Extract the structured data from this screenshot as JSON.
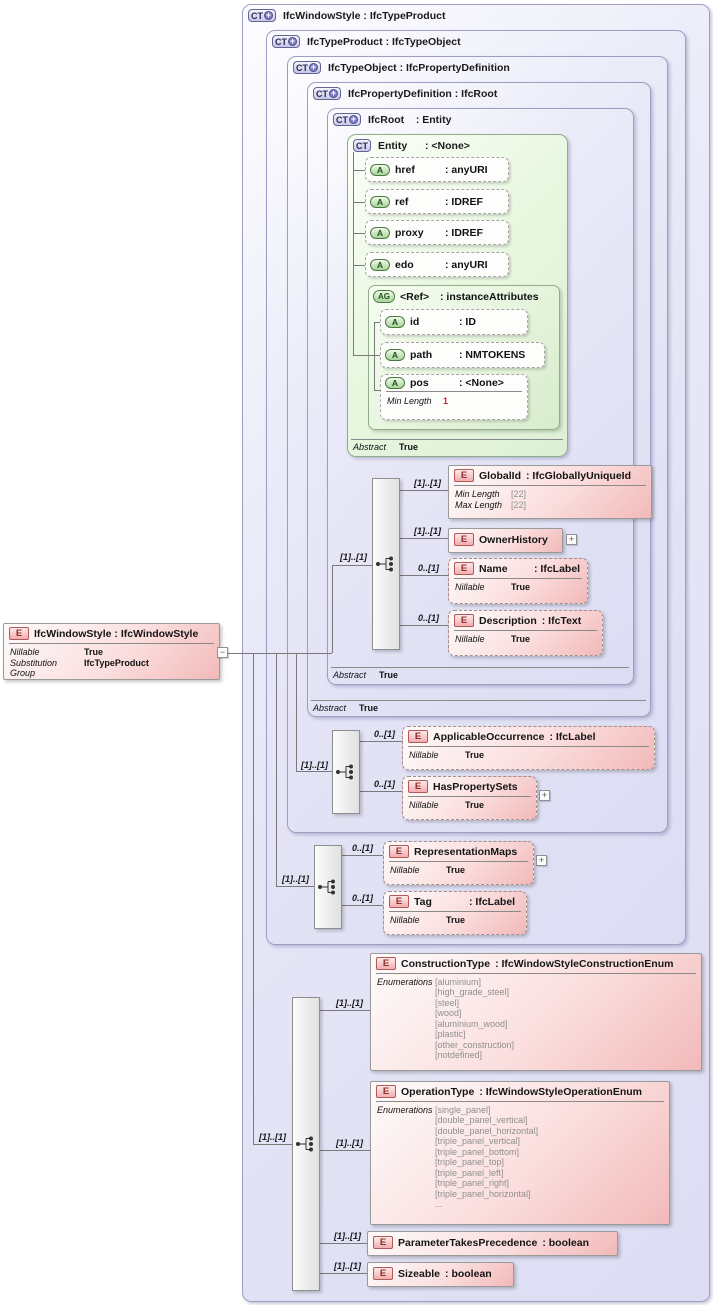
{
  "glyphs": {
    "plus": "+",
    "collapse": "−"
  },
  "colors": {
    "container_border": "#9e9ec4",
    "container_fill": "#dcdcf3",
    "entity_green_fill": "#e3f4dc",
    "element_pink_fill": "#f2b9b9",
    "badge_ct_fill": "#c6c6e8",
    "badge_a_fill": "#a8d399",
    "badge_e_fill": "#f3adad",
    "connector_gray": "#7a7a7a",
    "gray_value": "#8f8f8f",
    "red_value": "#cc2222"
  },
  "left_element": {
    "badge": "E",
    "title": "IfcWindowStyle : IfcWindowStyle",
    "props": [
      {
        "label": "Nillable",
        "value": "True"
      },
      {
        "label": "Substitution Group",
        "value": "IfcTypeProduct"
      }
    ]
  },
  "containers": {
    "windowstyle": {
      "badge": "CT",
      "title": "IfcWindowStyle : IfcTypeProduct"
    },
    "typeproduct": {
      "badge": "CT",
      "title": "IfcTypeProduct : IfcTypeObject"
    },
    "typeobject": {
      "badge": "CT",
      "title": "IfcTypeObject : IfcPropertyDefinition"
    },
    "propertydef": {
      "badge": "CT",
      "title": "IfcPropertyDefinition : IfcRoot",
      "footer_label": "Abstract",
      "footer_value": "True"
    },
    "root": {
      "badge": "CT",
      "title": "IfcRoot    : Entity",
      "footer_label": "Abstract",
      "footer_value": "True"
    },
    "entity": {
      "badge": "CT",
      "name": "Entity",
      "type": ": <None>",
      "footer_label": "Abstract",
      "footer_value": "True"
    }
  },
  "entity_attributes": [
    {
      "badge": "A",
      "name": "href",
      "type": ": anyURI"
    },
    {
      "badge": "A",
      "name": "ref",
      "type": ": IDREF"
    },
    {
      "badge": "A",
      "name": "proxy",
      "type": ": IDREF"
    },
    {
      "badge": "A",
      "name": "edo",
      "type": ": anyURI"
    }
  ],
  "ref_attribute_group": {
    "badge": "AG",
    "name": "<Ref>",
    "type": ": instanceAttributes",
    "attributes": [
      {
        "badge": "A",
        "name": "id",
        "type": ": ID"
      },
      {
        "badge": "A",
        "name": "path",
        "type": ": NMTOKENS"
      },
      {
        "badge": "A",
        "name": "pos",
        "type": ": <None>",
        "prop_label": "Min Length",
        "prop_value": "1"
      }
    ]
  },
  "root_sequence": {
    "cardinality": "[1]..[1]",
    "elements": {
      "globalid": {
        "badge": "E",
        "cardinality": "[1]..[1]",
        "name": "GlobalId",
        "type": ": IfcGloballyUniqueId",
        "props": [
          {
            "label": "Min Length",
            "value": "[22]"
          },
          {
            "label": "Max Length",
            "value": "[22]"
          }
        ]
      },
      "ownerhistory": {
        "badge": "E",
        "cardinality": "[1]..[1]",
        "name": "OwnerHistory",
        "expand": "+"
      },
      "name": {
        "badge": "E",
        "cardinality": "0..[1]",
        "name": "Name",
        "type": ": IfcLabel",
        "props": [
          {
            "label": "Nillable",
            "value": "True"
          }
        ]
      },
      "description": {
        "badge": "E",
        "cardinality": "0..[1]",
        "name": "Description",
        "type": ": IfcText",
        "props": [
          {
            "label": "Nillable",
            "value": "True"
          }
        ]
      }
    }
  },
  "typeobject_sequence": {
    "cardinality": "[1]..[1]",
    "elements": {
      "applicableoccurrence": {
        "badge": "E",
        "cardinality": "0..[1]",
        "name": "ApplicableOccurrence",
        "type": ": IfcLabel",
        "props": [
          {
            "label": "Nillable",
            "value": "True"
          }
        ]
      },
      "haspropertysets": {
        "badge": "E",
        "cardinality": "0..[1]",
        "name": "HasPropertySets",
        "expand": "+",
        "props": [
          {
            "label": "Nillable",
            "value": "True"
          }
        ]
      }
    }
  },
  "typeproduct_sequence": {
    "cardinality": "[1]..[1]",
    "elements": {
      "representationmaps": {
        "badge": "E",
        "cardinality": "0..[1]",
        "name": "RepresentationMaps",
        "expand": "+",
        "props": [
          {
            "label": "Nillable",
            "value": "True"
          }
        ]
      },
      "tag": {
        "badge": "E",
        "cardinality": "0..[1]",
        "name": "Tag",
        "type": ": IfcLabel",
        "props": [
          {
            "label": "Nillable",
            "value": "True"
          }
        ]
      }
    }
  },
  "windowstyle_sequence": {
    "cardinality": "[1]..[1]",
    "elements": {
      "constructiontype": {
        "badge": "E",
        "cardinality": "[1]..[1]",
        "name": "ConstructionType",
        "type": ": IfcWindowStyleConstructionEnum",
        "enum_label": "Enumerations",
        "enums": [
          "[aluminium]",
          "[high_grade_steel]",
          "[steel]",
          "[wood]",
          "[aluminium_wood]",
          "[plastic]",
          "[other_construction]",
          "[notdefined]"
        ]
      },
      "operationtype": {
        "badge": "E",
        "cardinality": "[1]..[1]",
        "name": "OperationType",
        "type": ": IfcWindowStyleOperationEnum",
        "enum_label": "Enumerations",
        "enums": [
          "[single_panel]",
          "[double_panel_vertical]",
          "[double_panel_horizontal]",
          "[triple_panel_vertical]",
          "[triple_panel_bottom]",
          "[triple_panel_top]",
          "[triple_panel_left]",
          "[triple_panel_right]",
          "[triple_panel_horizontal]",
          "..."
        ]
      },
      "parametertakesprecedence": {
        "badge": "E",
        "cardinality": "[1]..[1]",
        "name": "ParameterTakesPrecedence",
        "type": ": boolean"
      },
      "sizeable": {
        "badge": "E",
        "cardinality": "[1]..[1]",
        "name": "Sizeable",
        "type": ": boolean"
      }
    }
  }
}
